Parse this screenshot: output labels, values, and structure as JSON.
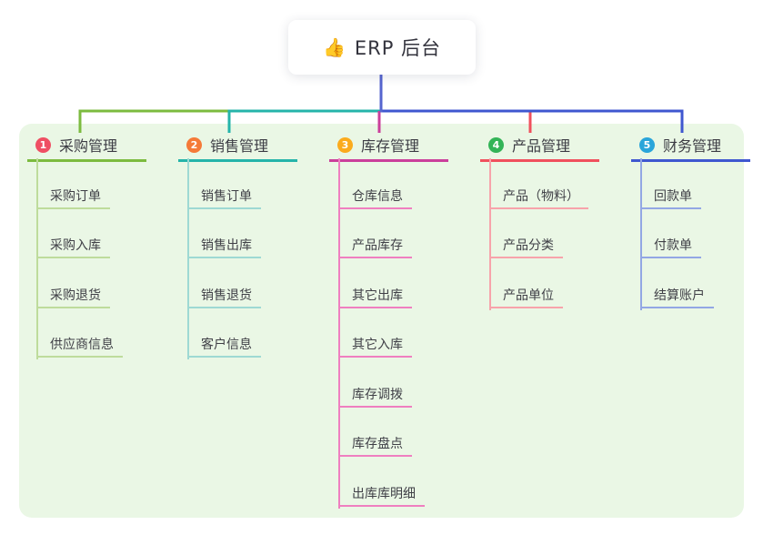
{
  "root": {
    "icon": "👍",
    "icon_name": "thumbs-up-icon",
    "title": "ERP 后台"
  },
  "colors": {
    "page_bg": "#ffffff",
    "panel_bg": "#eaf7e5",
    "root_line": "#5565cf",
    "header_text": "#3c3c44",
    "child_text": "#3f3f46"
  },
  "branches": [
    {
      "num": "1",
      "label": "采购管理",
      "badge_color": "#ef4f63",
      "accent": "#7cbb3f",
      "light": "#bedc9c",
      "children": [
        "采购订单",
        "采购入库",
        "采购退货",
        "供应商信息"
      ]
    },
    {
      "num": "2",
      "label": "销售管理",
      "badge_color": "#f57a38",
      "accent": "#25b4aa",
      "light": "#9ed9d3",
      "children": [
        "销售订单",
        "销售出库",
        "销售退货",
        "客户信息"
      ]
    },
    {
      "num": "3",
      "label": "库存管理",
      "badge_color": "#fbab1d",
      "accent": "#cb3f9b",
      "light": "#ef7fc0",
      "children": [
        "仓库信息",
        "产品库存",
        "其它出库",
        "其它入库",
        "库存调拨",
        "库存盘点",
        "出库库明细"
      ]
    },
    {
      "num": "4",
      "label": "产品管理",
      "badge_color": "#33b457",
      "accent": "#f0505d",
      "light": "#f7a3ab",
      "children": [
        "产品（物料）",
        "产品分类",
        "产品单位"
      ]
    },
    {
      "num": "5",
      "label": "财务管理",
      "badge_color": "#2aa5da",
      "accent": "#3f57d0",
      "light": "#93a7e4",
      "children": [
        "回款单",
        "付款单",
        "结算账户"
      ]
    }
  ]
}
